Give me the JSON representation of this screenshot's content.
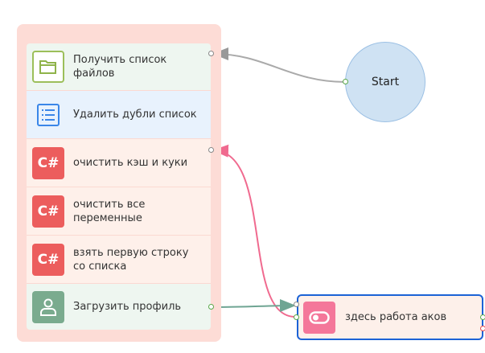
{
  "group_items": [
    {
      "label": "Получить список файлов",
      "icon": "folder-icon"
    },
    {
      "label": "Удалить дубли список",
      "icon": "list-icon"
    },
    {
      "label": "очистить кэш и куки",
      "icon": "csharp-icon",
      "icon_text": "C#"
    },
    {
      "label": "очистить все переменные",
      "icon": "csharp-icon",
      "icon_text": "C#"
    },
    {
      "label": "взять первую строку со списка",
      "icon": "csharp-icon",
      "icon_text": "C#"
    },
    {
      "label": "Загрузить профиль",
      "icon": "user-icon"
    }
  ],
  "start": {
    "label": "Start"
  },
  "node": {
    "label": "здесь работа аков",
    "icon": "toggle-icon"
  },
  "colors": {
    "green": "#8fb34a",
    "blue": "#3a86e8",
    "csharp": "#ec5d5d",
    "profile": "#7aab8e",
    "pink": "#f4779a",
    "selected": "#1c63d6"
  }
}
